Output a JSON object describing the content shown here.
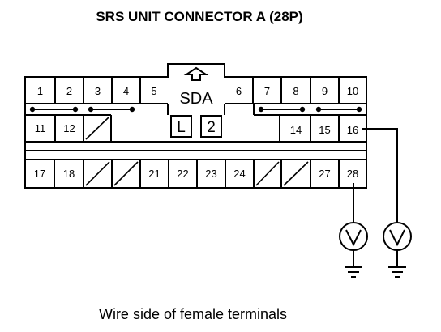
{
  "title": "SRS UNIT CONNECTOR A (28P)",
  "caption": "Wire side of female terminals",
  "connector": {
    "lock_label": "SDA",
    "lock_box_left": "L",
    "lock_box_right": "2",
    "terminals": [
      "1",
      "2",
      "3",
      "4",
      "5",
      "6",
      "7",
      "8",
      "9",
      "10",
      "11",
      "12",
      "14",
      "15",
      "16",
      "17",
      "18",
      "21",
      "22",
      "23",
      "24",
      "27",
      "28"
    ]
  },
  "meters": [
    {
      "name": "voltmeter-1",
      "terminal": "28",
      "symbol": "V"
    },
    {
      "name": "voltmeter-2",
      "terminal": "16",
      "symbol": "V"
    }
  ]
}
